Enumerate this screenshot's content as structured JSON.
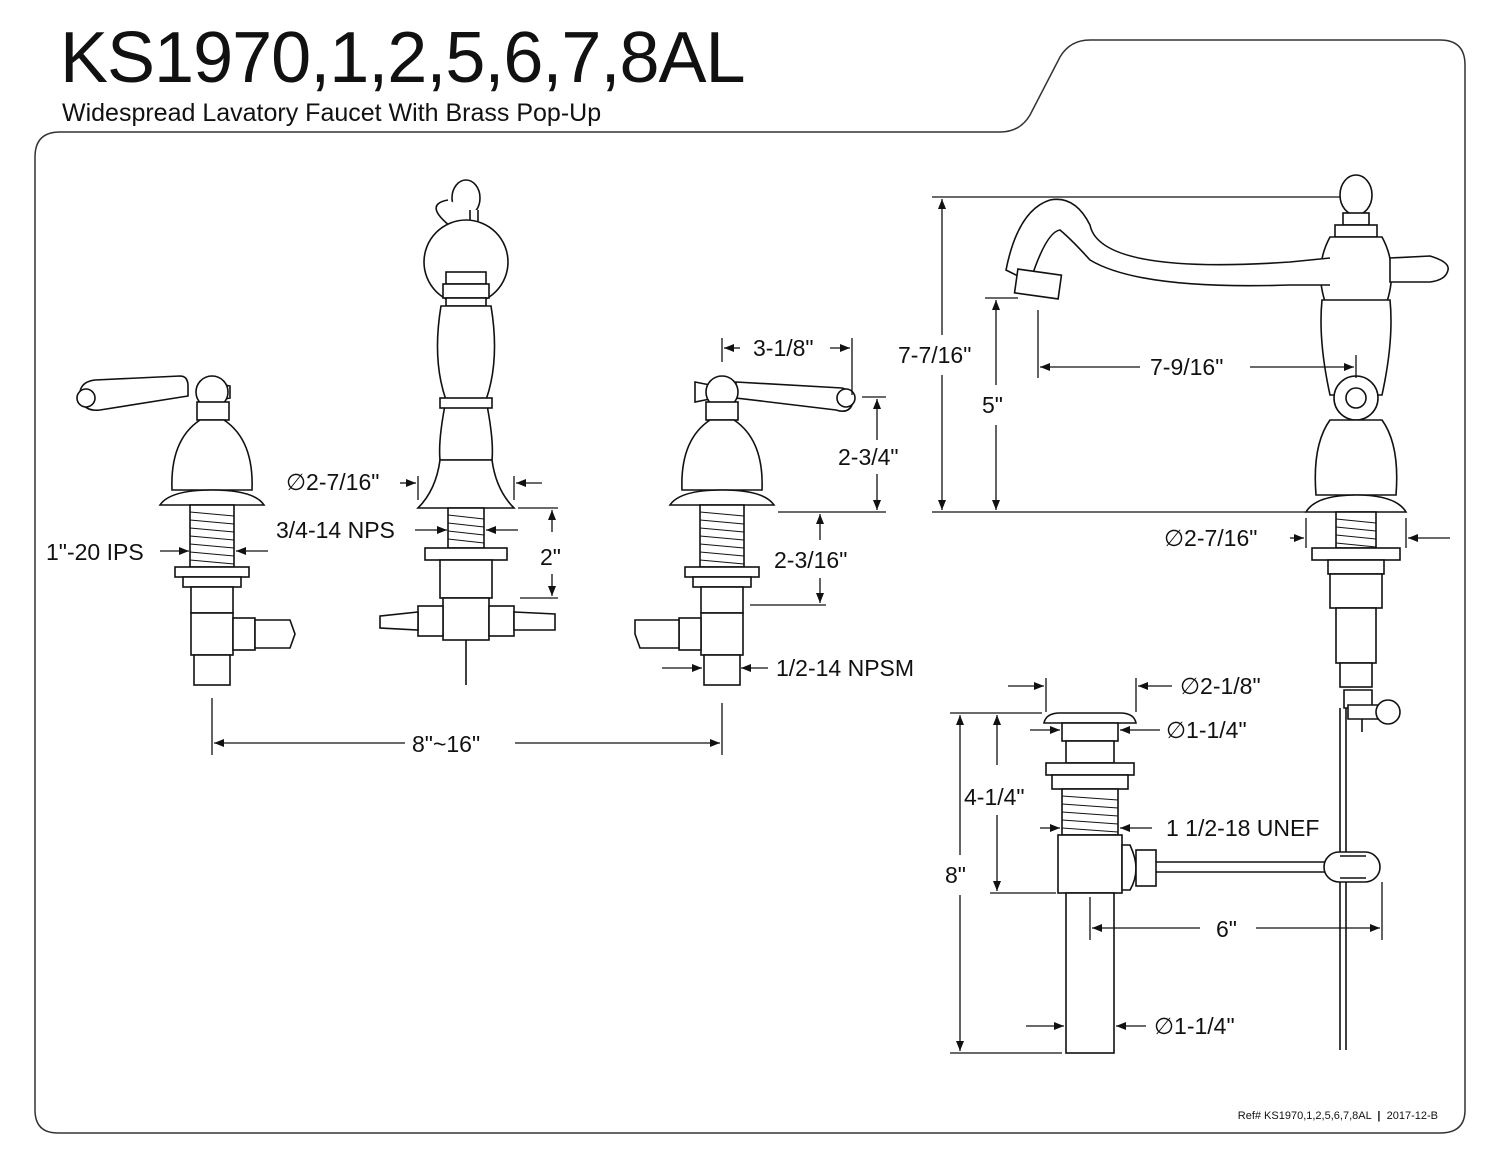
{
  "header": {
    "title": "KS1970,1,2,5,6,7,8AL",
    "subtitle": "Widespread Lavatory Faucet With Brass Pop-Up"
  },
  "dimensions": {
    "handle_width": "3-1/8\"",
    "handle_height": "2-3/4\"",
    "spout_base_diameter": "∅2-7/16\"",
    "spout_thread": "3/4-14 NPS",
    "handle_thread": "1\"-20 IPS",
    "spout_shank_length": "2\"",
    "handle_shank_length": "2-3/16\"",
    "supply_thread": "1/2-14 NPSM",
    "center_spread": "8\"~16\"",
    "overall_height": "7-7/16\"",
    "spout_reach": "7-9/16\"",
    "spout_clearance": "5\"",
    "side_base_diameter": "∅2-7/16\"",
    "drain_flange_diameter": "∅2-1/8\"",
    "drain_stopper_diameter": "∅1-1/4\"",
    "drain_body_length": "4-1/4\"",
    "drain_thread": "1 1/2-18 UNEF",
    "drain_overall_length": "8\"",
    "pivot_rod_length": "6\"",
    "tailpiece_diameter": "∅1-1/4\""
  },
  "footer": {
    "ref": "Ref# KS1970,1,2,5,6,7,8AL",
    "revision": "2017-12-B"
  }
}
